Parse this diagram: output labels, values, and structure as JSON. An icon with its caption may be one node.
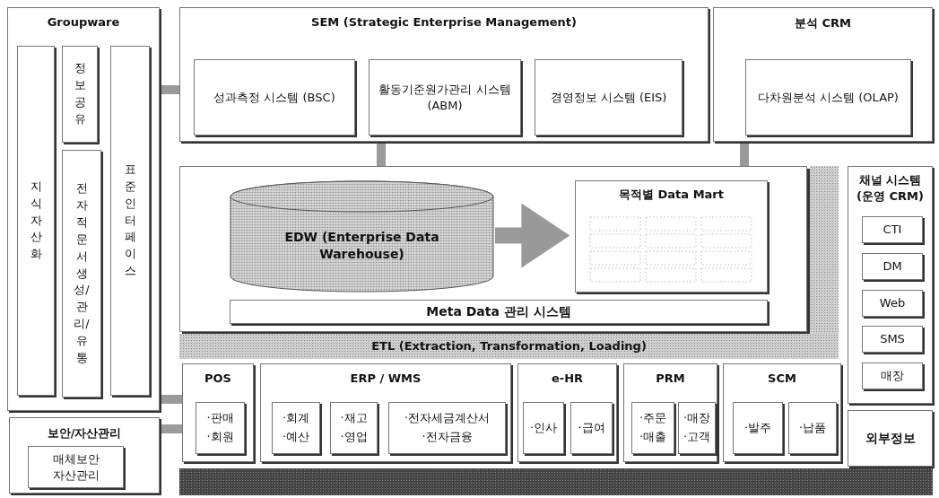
{
  "diagram": {
    "nodes": [
      {
        "text": [
          "Groupware"
        ]
      },
      {
        "text": [
          "지식자산화"
        ],
        "in": 0
      },
      {
        "text": [
          "정보공유"
        ],
        "in": 0
      },
      {
        "text": [
          "전자적문서생성/관리/유통"
        ],
        "in": 0
      },
      {
        "text": [
          "표준인터페이스"
        ],
        "in": 0
      },
      {
        "text": [
          "SEM (Strategic Enterprise Management)"
        ]
      },
      {
        "text": [
          "성과측정 시스템 (BSC)"
        ],
        "in": 5
      },
      {
        "text": [
          "활동기준원가관리 시스템 (ABM)"
        ],
        "in": 5
      },
      {
        "text": [
          "경영정보 시스템 (EIS)"
        ],
        "in": 5
      },
      {
        "text": [
          "분석 CRM"
        ]
      },
      {
        "text": [
          "다차원분석 시스템 (OLAP)"
        ],
        "in": 9
      },
      {
        "text": [],
        "shape": "box"
      },
      {
        "text": [
          "EDW (Enterprise Data Warehouse)"
        ],
        "in": 11
      },
      {
        "text": [
          "목적별 Data Mart"
        ],
        "in": 11
      },
      {
        "text": [
          "Meta Data 관리 시스템"
        ],
        "in": 11
      },
      {
        "text": [
          "채널 시스템 (운영 CRM)"
        ]
      },
      {
        "text": [
          "CTI"
        ],
        "in": 15
      },
      {
        "text": [
          "DM"
        ],
        "in": 15
      },
      {
        "text": [
          "Web"
        ],
        "in": 15
      },
      {
        "text": [
          "SMS"
        ],
        "in": 15
      },
      {
        "text": [
          "매장"
        ],
        "in": 15
      },
      {
        "text": [
          "ETL (Extraction, Transformation, Loading)"
        ]
      },
      {
        "text": [
          "보안/자산관리"
        ]
      },
      {
        "text": [
          "매체보안 자산관리"
        ],
        "in": 22
      },
      {
        "text": [
          "POS"
        ]
      },
      {
        "text": [
          "·판매 ·회원"
        ],
        "in": 24
      },
      {
        "text": [
          "ERP / WMS"
        ]
      },
      {
        "text": [
          "·회계 ·예산"
        ],
        "in": 26
      },
      {
        "text": [
          "·재고 ·영업"
        ],
        "in": 26
      },
      {
        "text": [
          "·전자세금계산서 ·전자금융"
        ],
        "in": 26
      },
      {
        "text": [
          "e-HR"
        ]
      },
      {
        "text": [
          "·인사"
        ],
        "in": 30
      },
      {
        "text": [
          "·급여"
        ],
        "in": 30
      },
      {
        "text": [
          "PRM"
        ]
      },
      {
        "text": [
          "·주문 ·매출"
        ],
        "in": 33
      },
      {
        "text": [
          "·매장 ·고객"
        ],
        "in": 33
      },
      {
        "text": [
          "SCM"
        ]
      },
      {
        "text": [
          "·발주"
        ],
        "in": 36
      },
      {
        "text": [
          "·납품"
        ],
        "in": 36
      },
      {
        "text": [
          "외부정보"
        ]
      },
      {
        "text": [],
        "shape": "bar"
      }
    ],
    "edges": [
      {
        "from": 0,
        "to": 5,
        "arrow": "none"
      },
      {
        "from": 5,
        "to": 11,
        "arrow": "none"
      },
      {
        "from": 9,
        "to": 11,
        "arrow": "none"
      },
      {
        "from": 12,
        "to": 13,
        "arrow": "to",
        "style": "thick"
      },
      {
        "from": 0,
        "to": 24,
        "arrow": "none"
      },
      {
        "from": 22,
        "to": 24,
        "arrow": "none"
      }
    ]
  }
}
